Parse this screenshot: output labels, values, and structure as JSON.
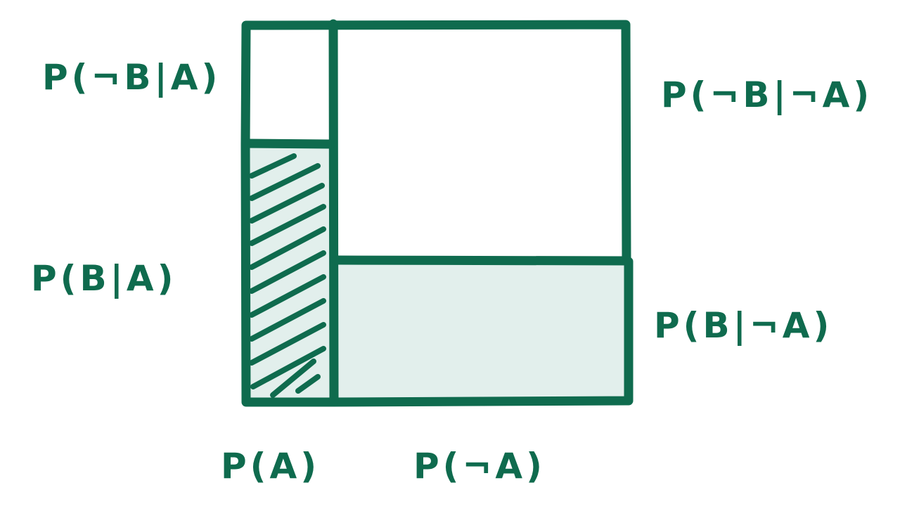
{
  "colors": {
    "ink": "#0f6b4e",
    "shade": "#e2efec",
    "background": "#ffffff"
  },
  "labels": {
    "not_b_given_a": "P(¬B|A)",
    "b_given_a": "P(B|A)",
    "not_b_given_not_a": "P(¬B|¬A)",
    "b_given_not_a": "P(B|¬A)",
    "a": "P(A)",
    "not_a": "P(¬A)"
  }
}
